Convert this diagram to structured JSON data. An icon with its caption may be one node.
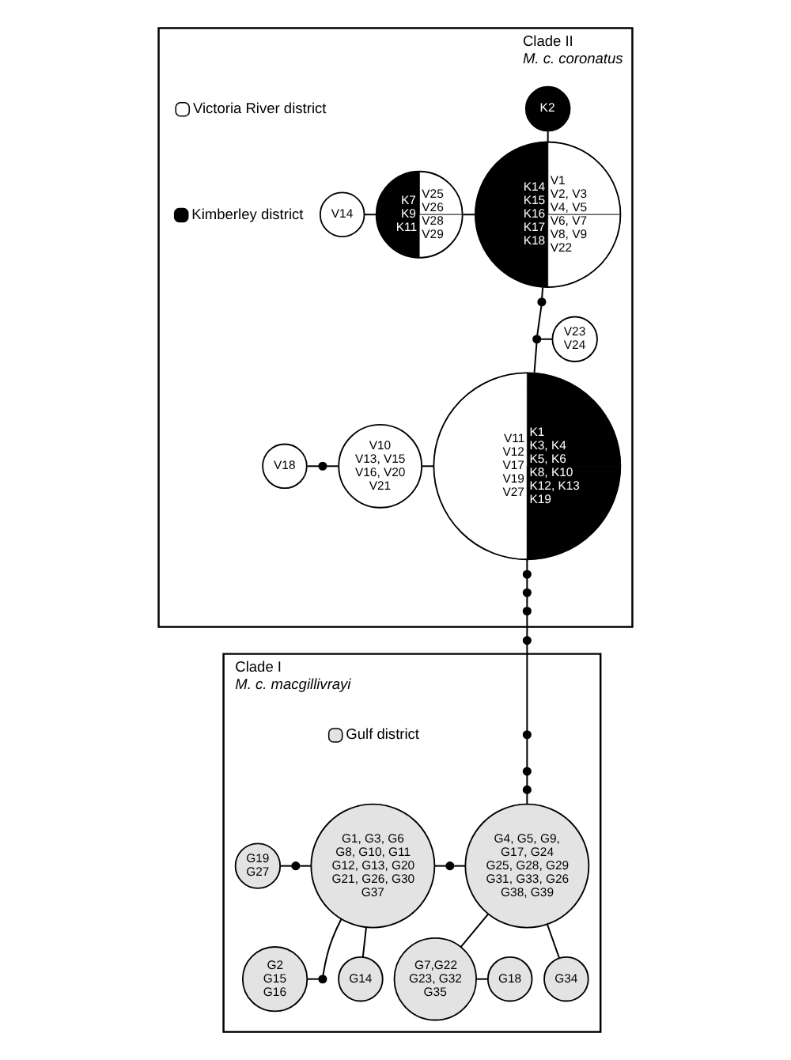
{
  "diagram": {
    "nodes": [
      {
        "text": [
          "Clade II",
          "M. c. coronatus"
        ]
      },
      {
        "text": [
          "K2"
        ],
        "in": 0
      },
      {
        "text": [
          "K14 K15 K16 K17 K18",
          "V1 V2, V3 V4, V5 V6, V7 V8, V9 V22"
        ],
        "in": 0
      },
      {
        "text": [
          "K7 K9 K11",
          "V25 V26 V28 V29"
        ],
        "in": 0
      },
      {
        "text": [
          "V14"
        ],
        "in": 0
      },
      {
        "text": [
          "V23 V24"
        ],
        "in": 0
      },
      {
        "text": [],
        "shape": "circle",
        "in": 0
      },
      {
        "text": [],
        "shape": "circle",
        "in": 0
      },
      {
        "text": [
          "V11 V12 V17 V19 V27",
          "K1 K3, K4 K5, K6 K8, K10 K12, K13 K19"
        ],
        "in": 0
      },
      {
        "text": [
          "V10 V13, V15 V16, V20 V21"
        ],
        "in": 0
      },
      {
        "text": [
          "V18"
        ],
        "in": 0
      },
      {
        "text": [],
        "shape": "circle",
        "in": 0
      },
      {
        "text": [],
        "shape": "circle",
        "in": 0
      },
      {
        "text": [],
        "shape": "circle",
        "in": 0
      },
      {
        "text": [],
        "shape": "circle",
        "in": 0
      },
      {
        "text": [],
        "shape": "circle"
      },
      {
        "text": [
          "Clade I",
          "M. c. macgillivrayi"
        ]
      },
      {
        "text": [],
        "shape": "circle",
        "in": 16
      },
      {
        "text": [],
        "shape": "circle",
        "in": 16
      },
      {
        "text": [],
        "shape": "circle",
        "in": 16
      },
      {
        "text": [
          "G4, G5, G9, G17, G24 G25, G28, G29 G31, G33, G26 G38, G39"
        ],
        "in": 16
      },
      {
        "text": [
          "G19 G27"
        ],
        "in": 16
      },
      {
        "text": [],
        "shape": "circle",
        "in": 16
      },
      {
        "text": [
          "G1, G3, G6 G8, G10, G11 G12, G13, G20 G21, G26, G30 G37"
        ],
        "in": 16
      },
      {
        "text": [],
        "shape": "circle",
        "in": 16
      },
      {
        "text": [],
        "shape": "circle",
        "in": 16
      },
      {
        "text": [
          "G2 G15 G16"
        ],
        "in": 16
      },
      {
        "text": [
          "G7,G22 G23, G32 G35"
        ],
        "in": 16
      },
      {
        "text": [
          "G18"
        ],
        "in": 16
      },
      {
        "text": [
          "G34"
        ],
        "in": 16
      },
      {
        "text": [
          "G14"
        ],
        "in": 16
      }
    ],
    "edges": [
      {
        "from": 1,
        "to": 2,
        "arrow": "none"
      },
      {
        "from": 3,
        "to": 2,
        "arrow": "none"
      },
      {
        "from": 4,
        "to": 3,
        "arrow": "none"
      },
      {
        "from": 2,
        "to": 6,
        "arrow": "none"
      },
      {
        "from": 6,
        "to": 7,
        "arrow": "none"
      },
      {
        "from": 7,
        "to": 5,
        "arrow": "none"
      },
      {
        "from": 7,
        "to": 8,
        "arrow": "none"
      },
      {
        "from": 10,
        "to": 11,
        "arrow": "none"
      },
      {
        "from": 11,
        "to": 9,
        "arrow": "none"
      },
      {
        "from": 9,
        "to": 8,
        "arrow": "none"
      },
      {
        "from": 8,
        "to": 12,
        "arrow": "none"
      },
      {
        "from": 12,
        "to": 13,
        "arrow": "none"
      },
      {
        "from": 13,
        "to": 14,
        "arrow": "none"
      },
      {
        "from": 14,
        "to": 15,
        "arrow": "none"
      },
      {
        "from": 15,
        "to": 17,
        "arrow": "none"
      },
      {
        "from": 17,
        "to": 18,
        "arrow": "none"
      },
      {
        "from": 18,
        "to": 19,
        "arrow": "none"
      },
      {
        "from": 19,
        "to": 20,
        "arrow": "none"
      },
      {
        "from": 21,
        "to": 22,
        "arrow": "none"
      },
      {
        "from": 22,
        "to": 23,
        "arrow": "none"
      },
      {
        "from": 23,
        "to": 24,
        "arrow": "none"
      },
      {
        "from": 24,
        "to": 20,
        "arrow": "none"
      },
      {
        "from": 23,
        "to": 25,
        "arrow": "none"
      },
      {
        "from": 26,
        "to": 25,
        "arrow": "none"
      },
      {
        "from": 23,
        "to": 30,
        "arrow": "none"
      },
      {
        "from": 20,
        "to": 29,
        "arrow": "none"
      },
      {
        "from": 20,
        "to": 27,
        "arrow": "none"
      },
      {
        "from": 27,
        "to": 28,
        "arrow": "none"
      }
    ],
    "legend": [
      {
        "text": "Victoria River district",
        "color": "#ffffff"
      },
      {
        "text": "Kimberley district",
        "color": "#000000"
      },
      {
        "text": "Gulf district",
        "color": "#e3e3e3"
      }
    ]
  }
}
